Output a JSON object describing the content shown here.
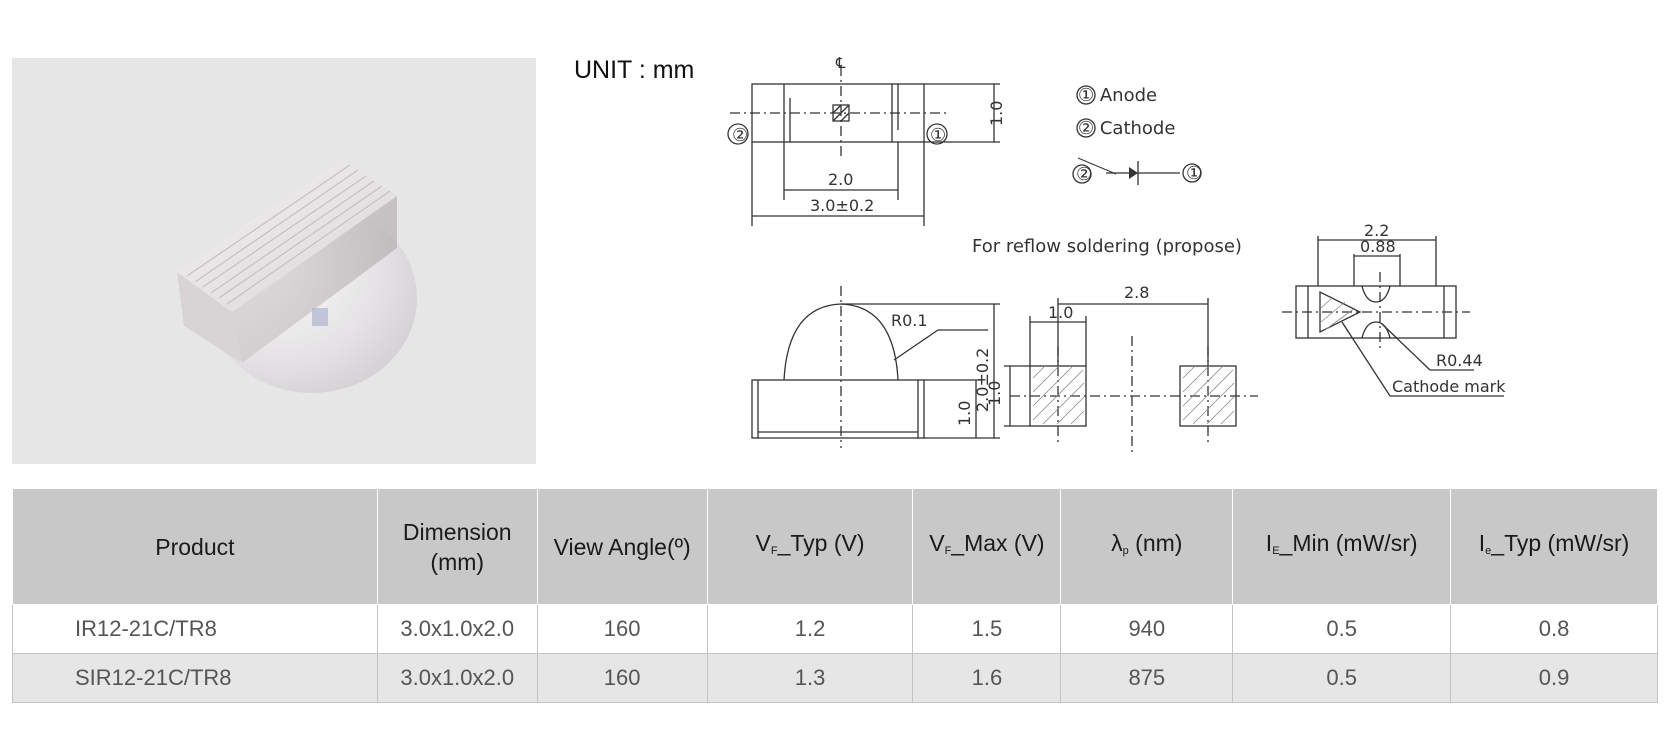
{
  "unit_label": "UNIT : mm",
  "pinout": {
    "anode": "① Anode",
    "cathode": "② Cathode",
    "pin2": "②",
    "pin1": "①"
  },
  "top_view": {
    "centerline": "℄",
    "dim_inner": "2.0",
    "dim_outer": "3.0±0.2",
    "dim_height": "1.0"
  },
  "side_view": {
    "radius": "R0.1",
    "dim_body": "1.0",
    "dim_total": "2.0±0.2"
  },
  "reflow": {
    "title": "For reflow soldering (propose)",
    "dim_span": "2.8",
    "dim_pad_w": "1.0",
    "dim_pad_h": "1.0"
  },
  "bottom_view": {
    "dim_outer": "2.2",
    "dim_inner": "0.88",
    "radius": "R0.44",
    "cathode_mark": "Cathode mark"
  },
  "table": {
    "headers": {
      "product": "Product",
      "dimension": "Dimension",
      "dimension_unit": "(mm)",
      "view_angle": "View Angle(º)",
      "vf_typ_v": "V",
      "vf_typ_sub": "F",
      "vf_typ_rest": "_Typ (V)",
      "vf_max_v": "V",
      "vf_max_sub": "F",
      "vf_max_rest": "_Max (V)",
      "lambda": "λ",
      "lambda_sub": "p",
      "lambda_rest": " (nm)",
      "ie_min_i": "I",
      "ie_min_sub": "E",
      "ie_min_rest": "_Min (mW/sr)",
      "ie_typ_i": "I",
      "ie_typ_sub": "e",
      "ie_typ_rest": "_Typ (mW/sr)"
    },
    "rows": [
      [
        "IR12-21C/TR8",
        "3.0x1.0x2.0",
        "160",
        "1.2",
        "1.5",
        "940",
        "0.5",
        "0.8"
      ],
      [
        "SIR12-21C/TR8",
        "3.0x1.0x2.0",
        "160",
        "1.3",
        "1.6",
        "875",
        "0.5",
        "0.9"
      ]
    ]
  }
}
